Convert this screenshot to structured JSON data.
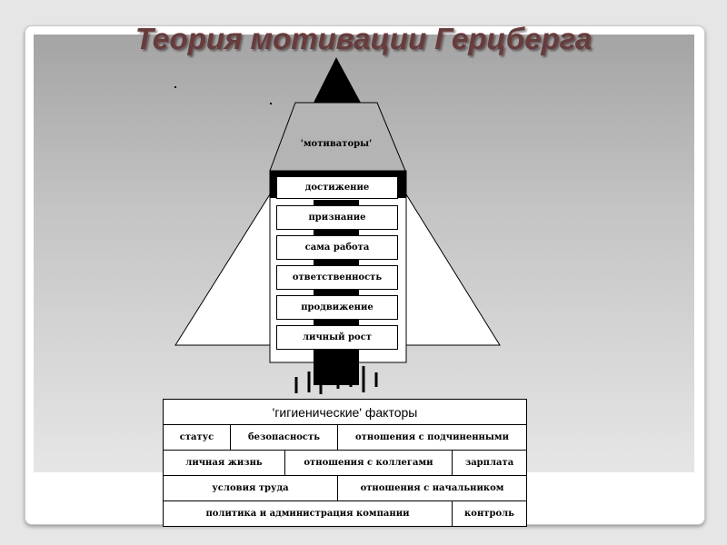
{
  "title": "Теория мотивации Герцберга",
  "motivators": {
    "header": "'мотиваторы'",
    "items": [
      "достижение",
      "признание",
      "сама работа",
      "ответственность",
      "продвижение",
      "личный рост"
    ]
  },
  "hygiene": {
    "header": "'гигиенические' факторы",
    "rows": [
      [
        "статус",
        "безопасность",
        "отношения с подчиненными"
      ],
      [
        "личная жизнь",
        "отношения с коллегами",
        "зарплата"
      ],
      [
        "условия труда",
        "отношения с начальником"
      ],
      [
        "политика и администрация компании",
        "контроль"
      ]
    ]
  }
}
